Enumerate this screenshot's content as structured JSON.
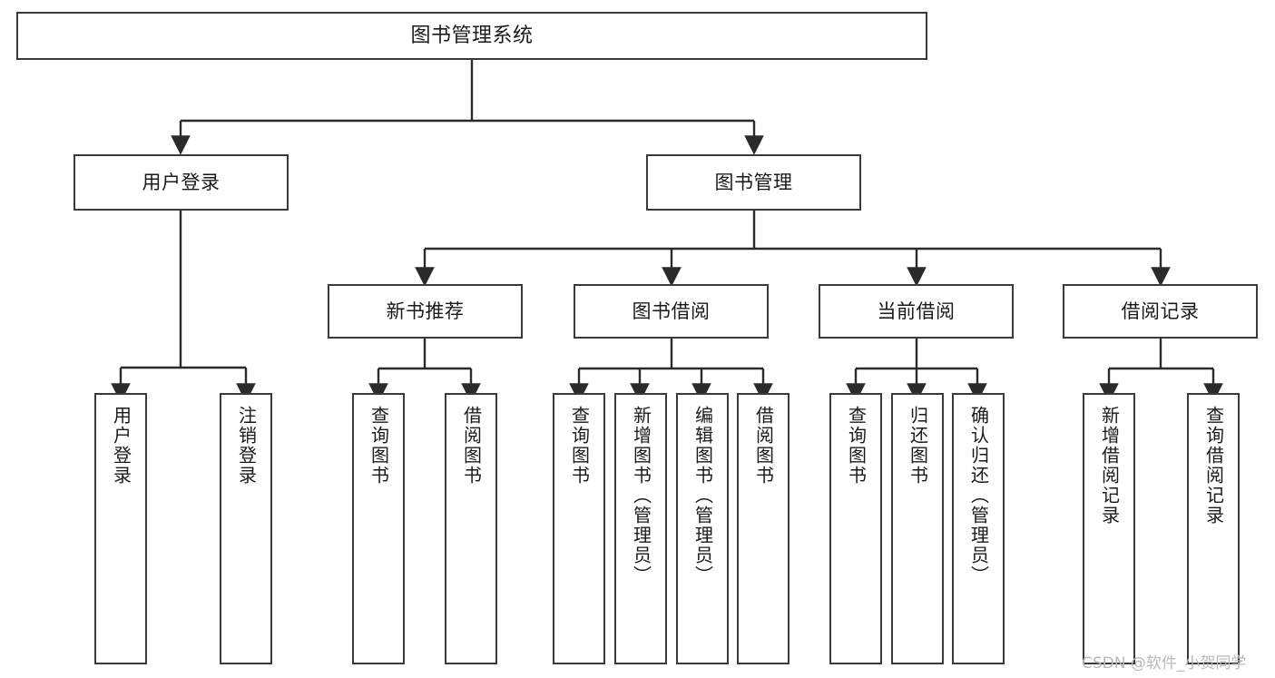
{
  "diagram": {
    "title": "图书管理系统",
    "type": "tree",
    "style": {
      "border_color": "#3a3a3a",
      "fill_color": "#ffffff",
      "text_color": "#1a1a1a",
      "line_color": "#2b2b2b",
      "background": "#ffffff"
    },
    "levels": {
      "root": {
        "label": "图书管理系统"
      },
      "level2": [
        {
          "id": "user_login",
          "label": "用户登录"
        },
        {
          "id": "book_manage",
          "label": "图书管理"
        }
      ],
      "level3": [
        {
          "id": "new_book_rec",
          "label": "新书推荐",
          "parent": "book_manage"
        },
        {
          "id": "book_borrow",
          "label": "图书借阅",
          "parent": "book_manage"
        },
        {
          "id": "current_borrow",
          "label": "当前借阅",
          "parent": "book_manage"
        },
        {
          "id": "borrow_record",
          "label": "借阅记录",
          "parent": "book_manage"
        }
      ],
      "leaves": [
        {
          "id": "leaf_user_login",
          "label": "用户登录",
          "parent": "user_login"
        },
        {
          "id": "leaf_user_logout",
          "label": "注销登录",
          "parent": "user_login"
        },
        {
          "id": "leaf_query_book_1",
          "label": "查询图书",
          "parent": "new_book_rec"
        },
        {
          "id": "leaf_borrow_book_1",
          "label": "借阅图书",
          "parent": "new_book_rec"
        },
        {
          "id": "leaf_query_book_2",
          "label": "查询图书",
          "parent": "book_borrow"
        },
        {
          "id": "leaf_add_book",
          "label": "新增图书（管理员）",
          "parent": "book_borrow"
        },
        {
          "id": "leaf_edit_book",
          "label": "编辑图书（管理员）",
          "parent": "book_borrow"
        },
        {
          "id": "leaf_borrow_book_2",
          "label": "借阅图书",
          "parent": "book_borrow"
        },
        {
          "id": "leaf_query_book_3",
          "label": "查询图书",
          "parent": "current_borrow"
        },
        {
          "id": "leaf_return_book",
          "label": "归还图书",
          "parent": "current_borrow"
        },
        {
          "id": "leaf_confirm_return",
          "label": "确认归还（管理员）",
          "parent": "current_borrow"
        },
        {
          "id": "leaf_add_record",
          "label": "新增借阅记录",
          "parent": "borrow_record"
        },
        {
          "id": "leaf_query_record",
          "label": "查询借阅记录",
          "parent": "borrow_record"
        }
      ]
    }
  },
  "watermark": {
    "text": "CSDN @软件_小贺同学"
  }
}
